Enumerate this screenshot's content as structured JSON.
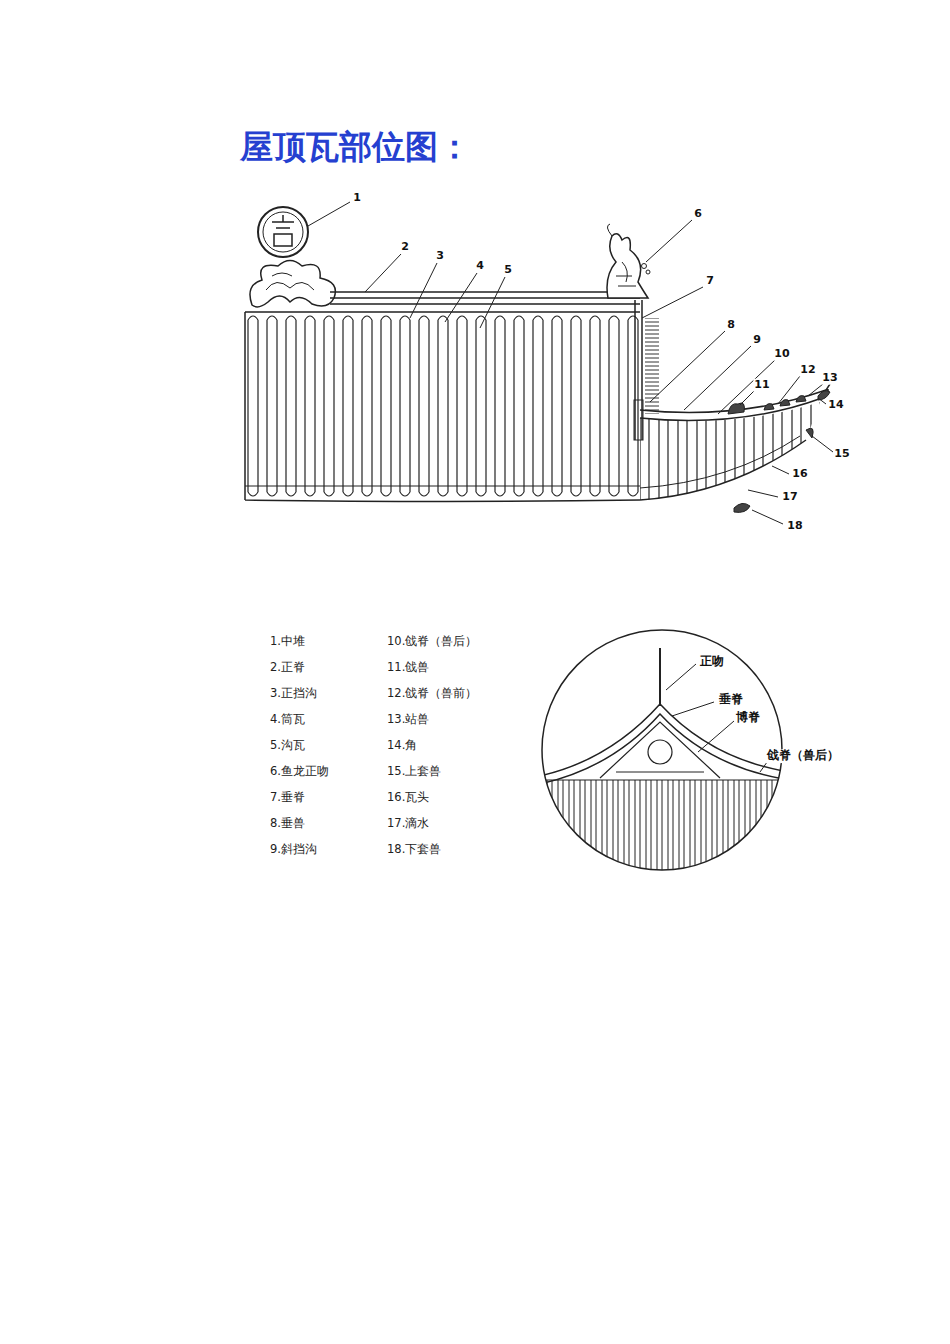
{
  "diagram": {
    "title": "屋顶瓦部位图：",
    "labels": [
      "1",
      "2",
      "3",
      "4",
      "5",
      "6",
      "7",
      "8",
      "9",
      "10",
      "11",
      "12",
      "13",
      "14",
      "15",
      "16",
      "17",
      "18",
      "1.中堆",
      "2.正脊",
      "3.正挡沟",
      "4.筒瓦",
      "5.沟瓦",
      "6.鱼龙正吻",
      "7.垂脊",
      "8.垂兽",
      "9.斜挡沟",
      "10.戗脊（兽后）",
      "11.戗兽",
      "12.戗脊（兽前）",
      "13.站兽",
      "14.角",
      "15.上套兽",
      "16.瓦头",
      "17.滴水",
      "18.下套兽",
      "正吻",
      "垂脊",
      "博脊",
      "戗脊（兽后）"
    ]
  }
}
